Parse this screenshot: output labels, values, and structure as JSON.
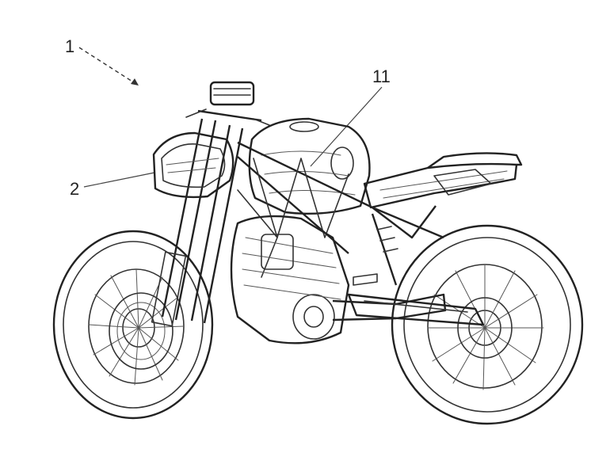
{
  "figure": {
    "labels": {
      "motorcycle": "1",
      "headlight_fairing": "2",
      "fuel_tank": "11"
    }
  }
}
